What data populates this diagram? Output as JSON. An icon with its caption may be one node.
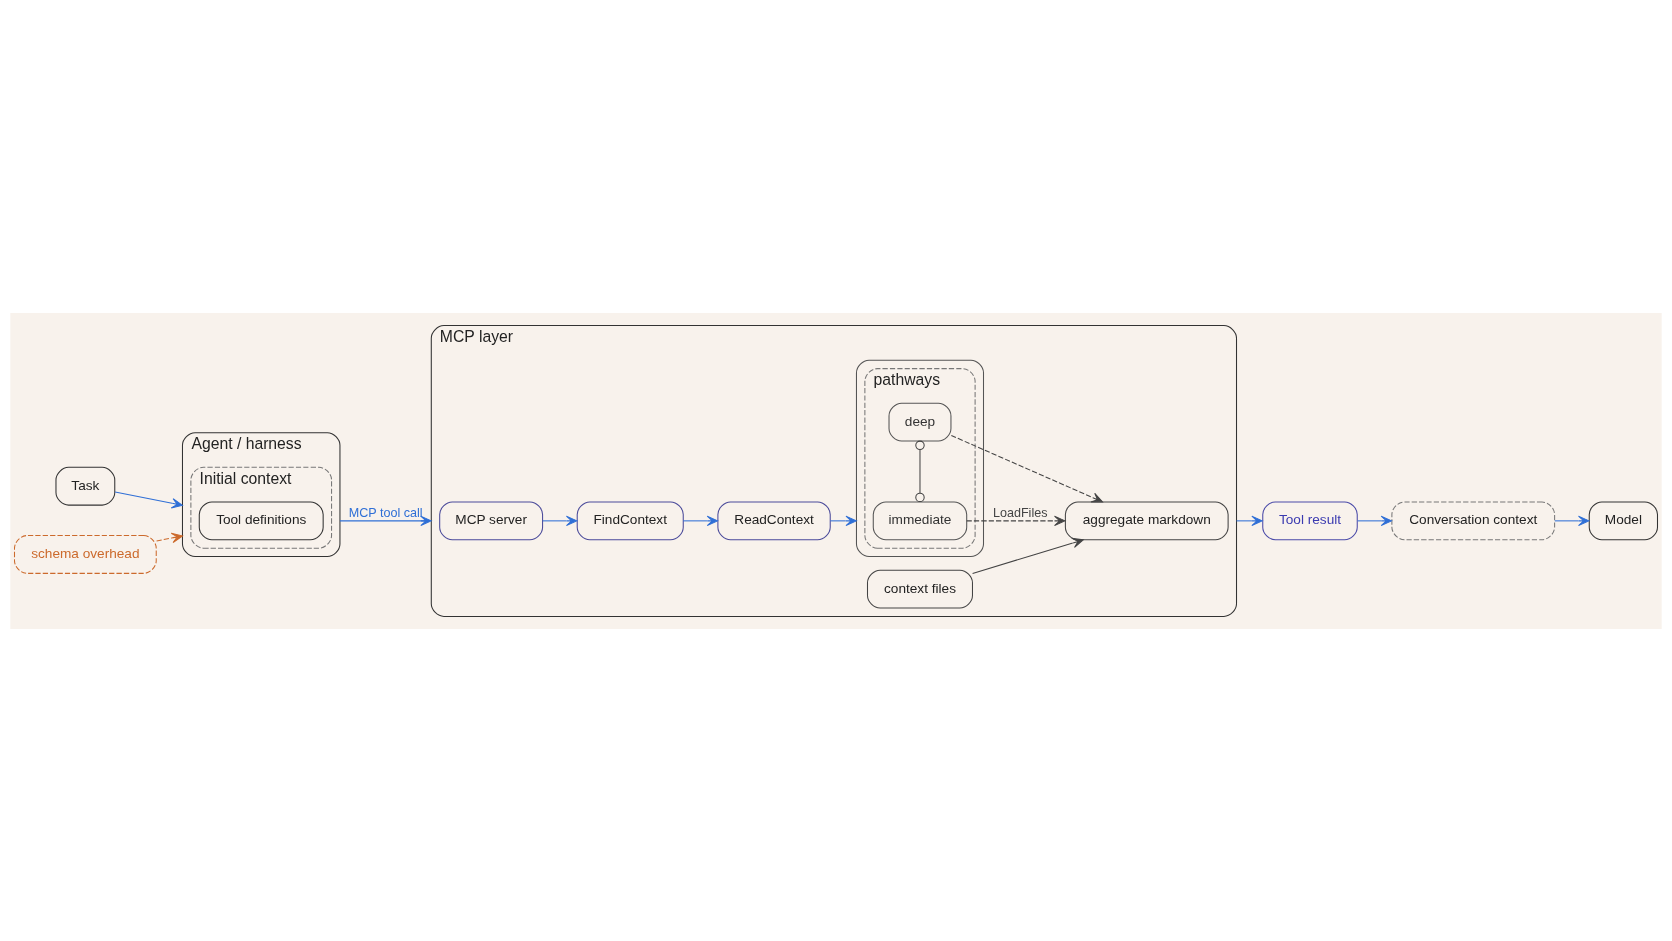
{
  "diagram": {
    "nodes": [
      {
        "text": [
          "Task"
        ]
      },
      {
        "text": [
          "Agent / harness"
        ]
      },
      {
        "text": [
          "Initial context"
        ],
        "in": 1
      },
      {
        "text": [
          "Tool definitions"
        ],
        "in": 2
      },
      {
        "text": [
          "schema overhead"
        ]
      },
      {
        "text": [
          "MCP layer"
        ]
      },
      {
        "text": [
          "MCP server"
        ],
        "in": 5
      },
      {
        "text": [
          "FindContext"
        ],
        "in": 5
      },
      {
        "text": [
          "ReadContext"
        ],
        "in": 5
      },
      {
        "text": [],
        "shape": "box",
        "in": 5
      },
      {
        "text": [
          "pathways"
        ],
        "in": 9
      },
      {
        "text": [
          "immediate"
        ],
        "in": 10
      },
      {
        "text": [
          "deep"
        ],
        "in": 10
      },
      {
        "text": [
          "context files"
        ],
        "in": 5
      },
      {
        "text": [
          "aggregate markdown"
        ],
        "in": 5
      },
      {
        "text": [
          "Tool result"
        ]
      },
      {
        "text": [
          "Conversation context"
        ]
      },
      {
        "text": [
          "Model"
        ]
      }
    ],
    "edges": [
      {
        "from": 0,
        "to": 1,
        "arrow": "to"
      },
      {
        "from": 1,
        "to": 5,
        "arrow": "to",
        "label": "MCP tool call"
      },
      {
        "from": 4,
        "to": 1,
        "arrow": "to",
        "style": "dashed",
        "color": "#cc6a2c"
      },
      {
        "from": 6,
        "to": 7,
        "arrow": "to"
      },
      {
        "from": 7,
        "to": 8,
        "arrow": "to"
      },
      {
        "from": 8,
        "to": 9,
        "arrow": "to"
      },
      {
        "from": 11,
        "to": 12,
        "arrow": "other",
        "color": "#444444"
      },
      {
        "from": 11,
        "to": 14,
        "arrow": "to",
        "style": "dashed",
        "color": "#444444",
        "label": "LoadFiles"
      },
      {
        "from": 12,
        "to": 14,
        "arrow": "to",
        "style": "dashed",
        "color": "#444444"
      },
      {
        "from": 13,
        "to": 14,
        "arrow": "to",
        "color": "#444444"
      },
      {
        "from": 5,
        "to": 15,
        "arrow": "to"
      },
      {
        "from": 15,
        "to": 16,
        "arrow": "to"
      },
      {
        "from": 16,
        "to": 17,
        "arrow": "to"
      }
    ]
  }
}
